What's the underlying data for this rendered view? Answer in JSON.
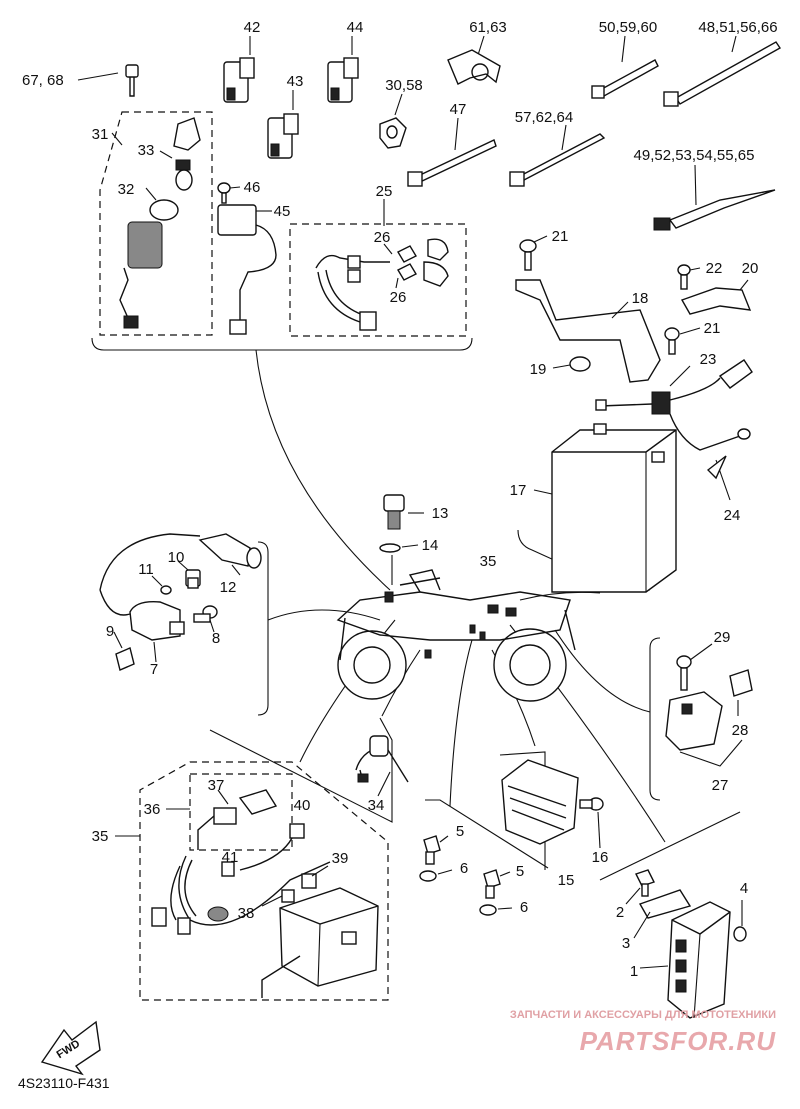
{
  "diagram": {
    "drawing_code": "4S23110-F431",
    "fwd_label": "FWD",
    "watermark": {
      "tagline": "ЗАПЧАСТИ И АКСЕССУАРЫ ДЛЯ МОТОТЕХНИКИ",
      "brand": "PARTSFOR.RU"
    },
    "callouts": {
      "c42": "42",
      "c44": "44",
      "c61_63": "61,63",
      "c50_59_60": "50,59,60",
      "c48_51_56_66": "48,51,56,66",
      "c67_68": "67, 68",
      "c43": "43",
      "c30_58": "30,58",
      "c47": "47",
      "c57_62_64": "57,62,64",
      "c31": "31",
      "c33": "33",
      "c49_52_65": "49,52,53,54,55,65",
      "c32": "32",
      "c46": "46",
      "c25": "25",
      "c45": "45",
      "c26a": "26",
      "c26b": "26",
      "c21a": "21",
      "c22": "22",
      "c20": "20",
      "c18": "18",
      "c21b": "21",
      "c19": "19",
      "c23": "23",
      "c17": "17",
      "c24": "24",
      "c13": "13",
      "c14": "14",
      "c35a": "35",
      "c10": "10",
      "c11": "11",
      "c12": "12",
      "c9": "9",
      "c8": "8",
      "c7": "7",
      "c29": "29",
      "c28": "28",
      "c27": "27",
      "c34": "34",
      "c36": "36",
      "c37": "37",
      "c40": "40",
      "c35b": "35",
      "c41": "41",
      "c39": "39",
      "c38": "38",
      "c5a": "5",
      "c6a": "6",
      "c5b": "5",
      "c6b": "6",
      "c16": "16",
      "c15": "15",
      "c4": "4",
      "c2": "2",
      "c3": "3",
      "c1": "1"
    }
  }
}
